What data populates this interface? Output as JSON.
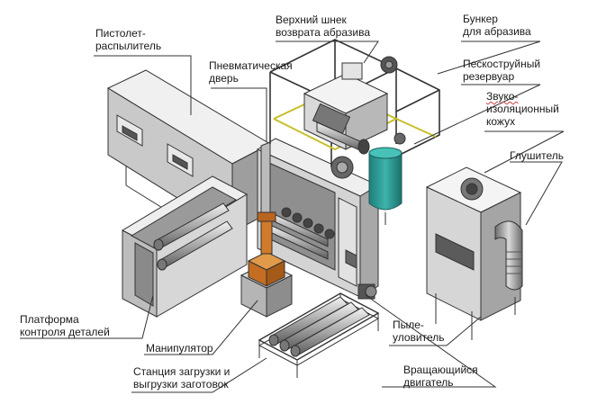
{
  "labels": {
    "spray_gun": [
      "Пистолет-",
      "распылитель"
    ],
    "pneumatic_door": [
      "Пневматическая",
      "дверь"
    ],
    "upper_auger": [
      "Верхний шнек",
      "возврата абразива"
    ],
    "abrasive_hopper": [
      "Бункер",
      "для абразива"
    ],
    "sandblast_tank": [
      "Пескоструйный",
      "резервуар"
    ],
    "sound_housing": [
      "Звуко-",
      "изоляционный",
      "кожух"
    ],
    "silencer": [
      "Глушитель"
    ],
    "control_platform": [
      "Платформа",
      "контроля деталей"
    ],
    "manipulator": [
      "Манипулятор"
    ],
    "loading_station": [
      "Станция загрузки и",
      "выгрузки заготовок"
    ],
    "dust_collector": [
      "Пыле-",
      "уловитель"
    ],
    "rotating_motor": [
      "Вращающийся",
      "двигатель"
    ]
  },
  "colors": {
    "line": "#333333",
    "frame_gray": "#7a7a7a",
    "panel_light": "#e6e6e6",
    "panel_mid": "#cfcfcf",
    "accent_yellow": "#e8e04a",
    "tank_teal": "#2a9d97",
    "manipulator_orange": "#d07a2a"
  }
}
